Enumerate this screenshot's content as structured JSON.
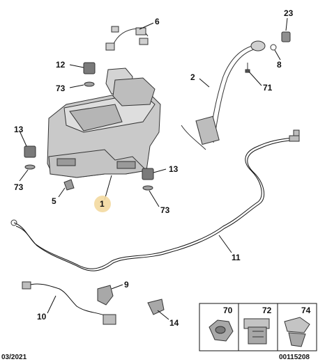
{
  "labels": {
    "l23": "23",
    "l6": "6",
    "l8": "8",
    "l12": "12",
    "l73a": "73",
    "l2": "2",
    "l71": "71",
    "l13a": "13",
    "l73b": "73",
    "l13b": "13",
    "l5": "5",
    "l1": "1",
    "l73c": "73",
    "l11": "11",
    "l9": "9",
    "l10": "10",
    "l14": "14"
  },
  "legend": {
    "items": [
      {
        "num": "70",
        "icon": "nut-icon"
      },
      {
        "num": "72",
        "icon": "clip-icon"
      },
      {
        "num": "74",
        "icon": "fastener-icon"
      }
    ]
  },
  "footer": {
    "date": "03/2021",
    "code": "00115208"
  }
}
